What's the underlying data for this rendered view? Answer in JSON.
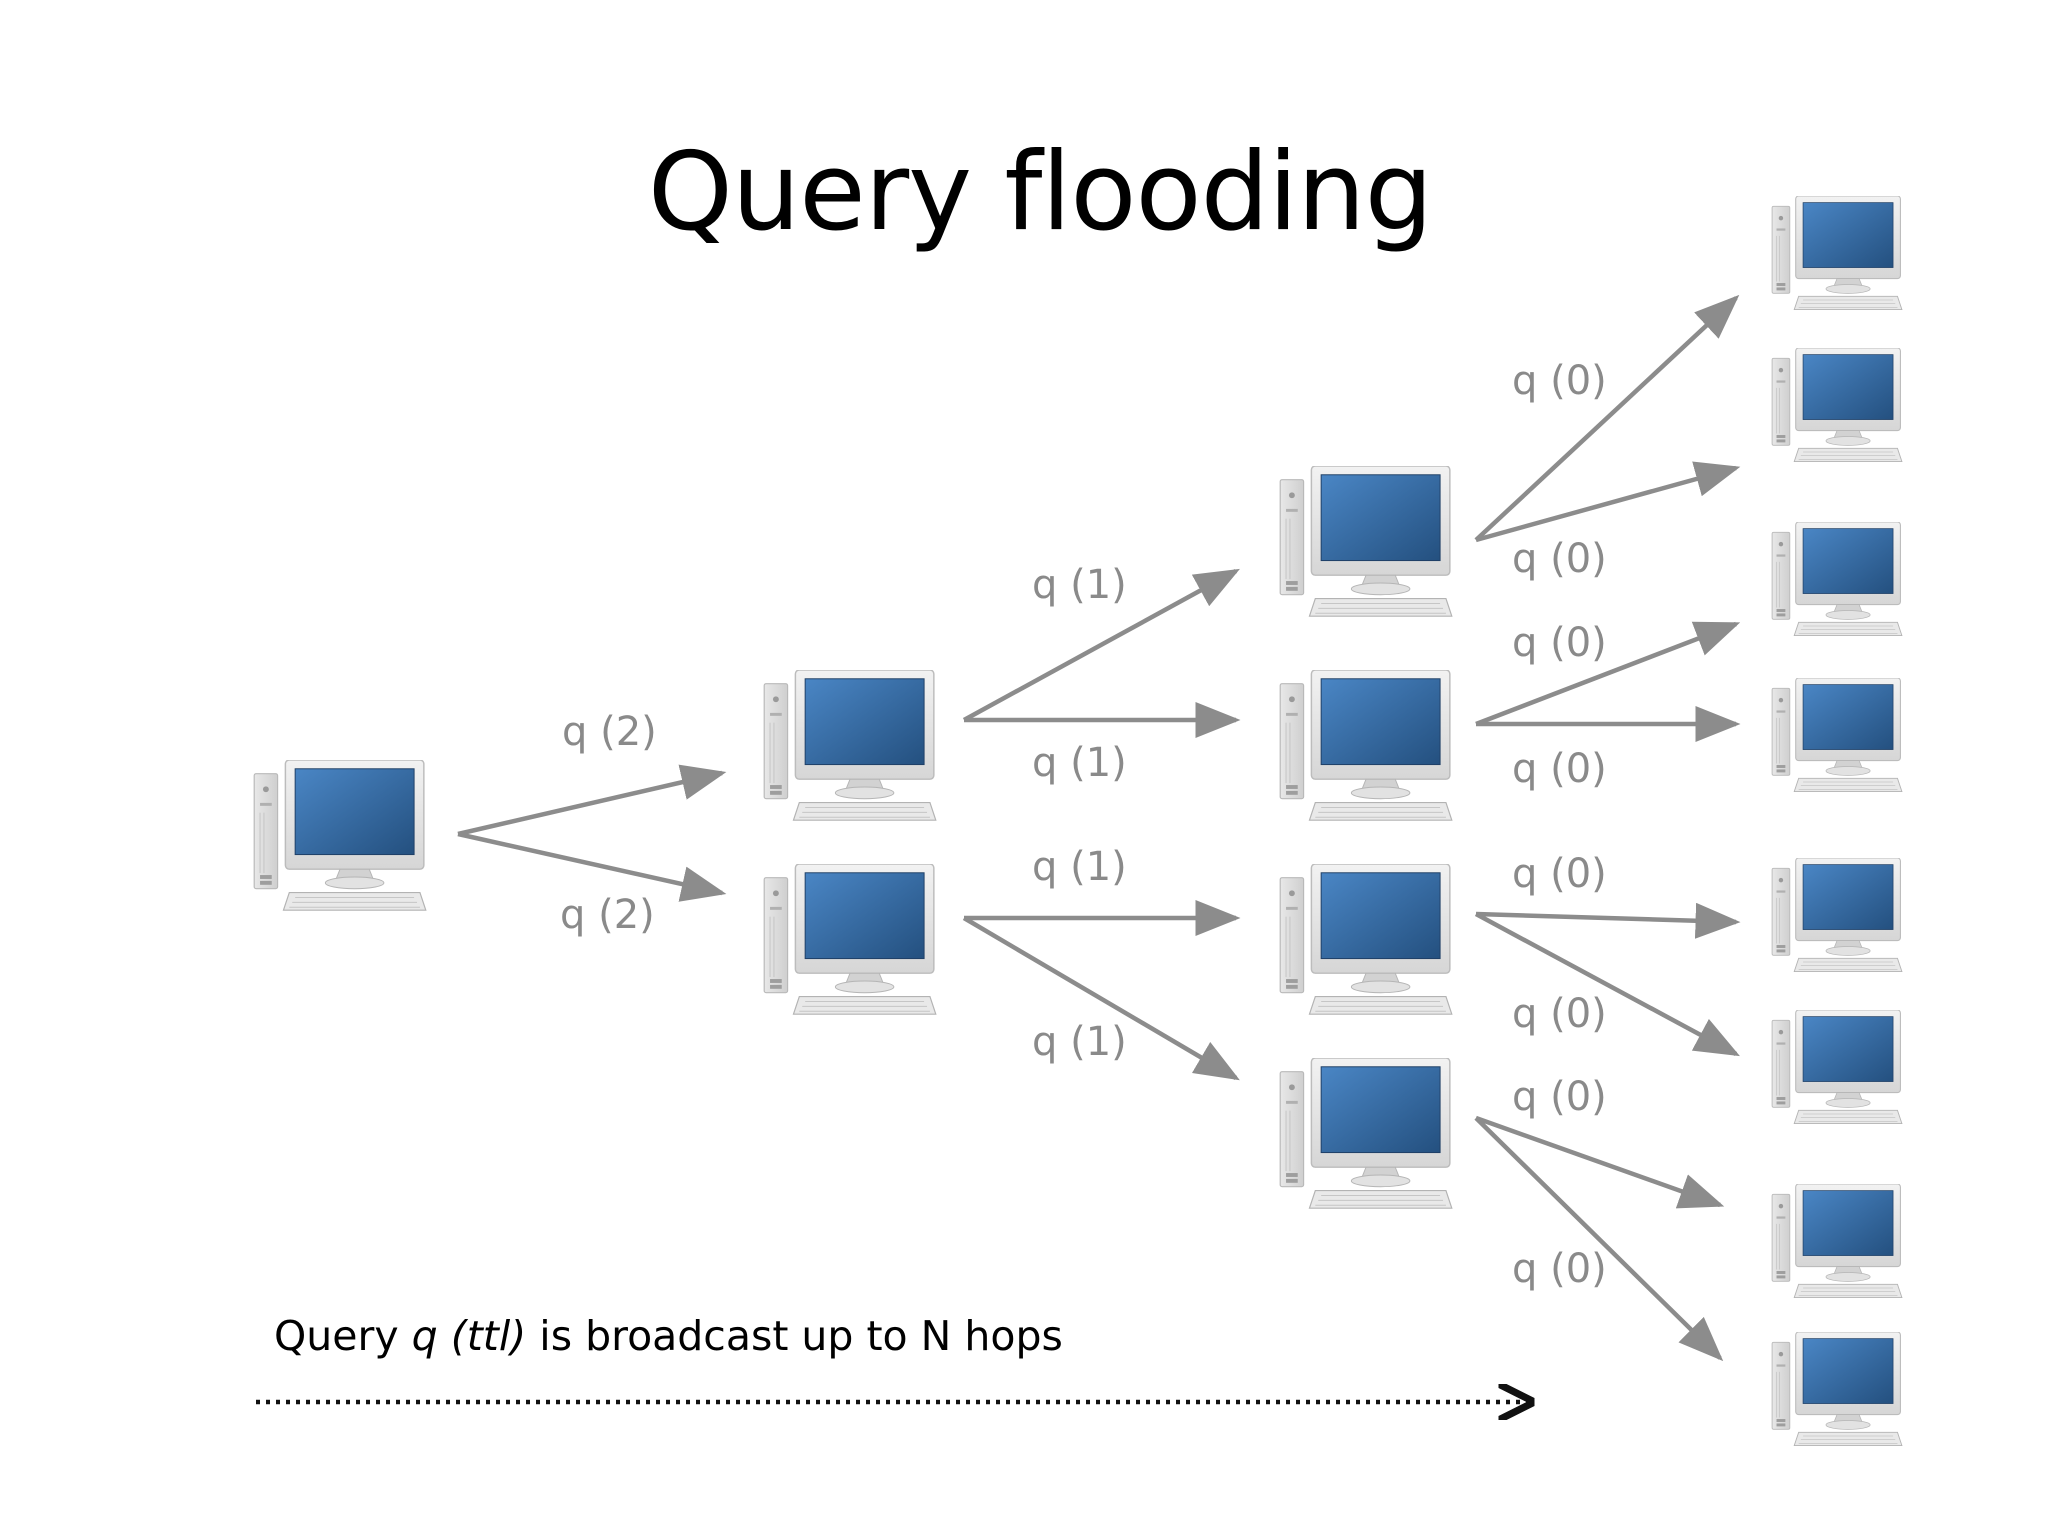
{
  "slide": {
    "title": "Query flooding",
    "caption": {
      "prefix": "Query ",
      "query_symbol": "q",
      "ttl_symbol": "(ttl)",
      "suffix": " is broadcast up to N hops"
    }
  },
  "colors": {
    "arrow": "#8c8c8c",
    "label": "#8a8a8a",
    "screen": "#2f5f95",
    "monitor_frame": "#e4e4e4",
    "dotted_arrow": "#111111"
  },
  "diagram": {
    "computer_icon": "desktop-computer-icon",
    "levels": [
      {
        "ttl_label": "q (2)",
        "targets": 2
      },
      {
        "ttl_label": "q (1)",
        "targets": 4
      },
      {
        "ttl_label": "q (0)",
        "targets": 8
      }
    ],
    "edges": [
      {
        "from": "root",
        "to": "l1-top",
        "label": "q (2)"
      },
      {
        "from": "root",
        "to": "l1-bottom",
        "label": "q (2)"
      },
      {
        "from": "l1-top",
        "to": "l2-1",
        "label": "q (1)"
      },
      {
        "from": "l1-top",
        "to": "l2-2",
        "label": "q (1)"
      },
      {
        "from": "l1-bottom",
        "to": "l2-3",
        "label": "q (1)"
      },
      {
        "from": "l1-bottom",
        "to": "l2-4",
        "label": "q (1)"
      },
      {
        "from": "l2-1",
        "to": "l3-1",
        "label": "q (0)"
      },
      {
        "from": "l2-1",
        "to": "l3-2",
        "label": "q (0)"
      },
      {
        "from": "l2-2",
        "to": "l3-3",
        "label": "q (0)"
      },
      {
        "from": "l2-2",
        "to": "l3-4",
        "label": "q (0)"
      },
      {
        "from": "l2-3",
        "to": "l3-5",
        "label": "q (0)"
      },
      {
        "from": "l2-3",
        "to": "l3-6",
        "label": "q (0)"
      },
      {
        "from": "l2-4",
        "to": "l3-7",
        "label": "q (0)"
      },
      {
        "from": "l2-4",
        "to": "l3-8",
        "label": "q (0)"
      }
    ]
  }
}
